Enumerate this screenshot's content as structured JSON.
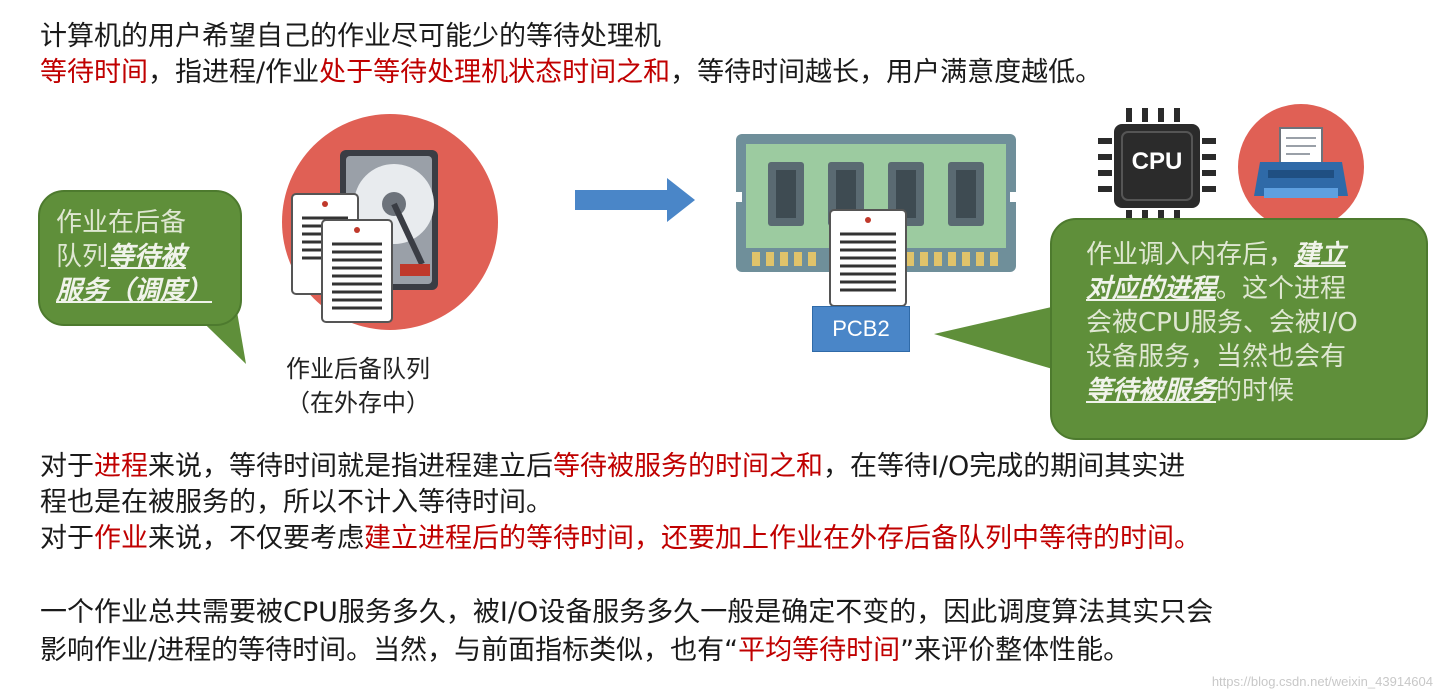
{
  "top": {
    "line1": "计算机的用户希望自己的作业尽可能少的等待处理机",
    "line2": [
      {
        "t": "等待时间",
        "red": true
      },
      {
        "t": "，指进程/作业",
        "red": false
      },
      {
        "t": "处于等待处理机状态时间之和",
        "red": true
      },
      {
        "t": "，等待时间越长，用户满意度越低。",
        "red": false
      }
    ]
  },
  "left_bubble": {
    "lines": [
      [
        {
          "t": "作业在后备",
          "u": false
        }
      ],
      [
        {
          "t": "队列",
          "u": false
        },
        {
          "t": "等待被",
          "u": true
        }
      ],
      [
        {
          "t": "服务（调度）",
          "u": true
        }
      ]
    ]
  },
  "left_caption": {
    "line1": "作业后备队列",
    "line2": "（在外存中）"
  },
  "pcb_label": "PCB2",
  "cpu_label": "CPU",
  "right_bubble": {
    "lines": [
      [
        {
          "t": "作业调入内存后，",
          "u": false
        },
        {
          "t": "建立",
          "u": true
        }
      ],
      [
        {
          "t": "对应的进程",
          "u": true
        },
        {
          "t": "。这个进程",
          "u": false
        }
      ],
      [
        {
          "t": "会被CPU服务、会被I/O",
          "u": false
        }
      ],
      [
        {
          "t": "设备服务，当然也会有",
          "u": false
        }
      ],
      [
        {
          "t": "等待被服务",
          "u": true
        },
        {
          "t": "的时候",
          "u": false
        }
      ]
    ]
  },
  "body": {
    "p1a": [
      {
        "t": "对于",
        "red": false
      },
      {
        "t": "进程",
        "red": true
      },
      {
        "t": "来说，等待时间就是指进程建立后",
        "red": false
      },
      {
        "t": "等待被服务的时间之和",
        "red": true
      },
      {
        "t": "，在等待I/O完成的期间其实进",
        "red": false
      }
    ],
    "p1b": "程也是在被服务的，所以不计入等待时间。",
    "p2": [
      {
        "t": "对于",
        "red": false
      },
      {
        "t": "作业",
        "red": true
      },
      {
        "t": "来说，不仅要考虑",
        "red": false
      },
      {
        "t": "建立进程后的等待时间，还要加上作业在外存后备队列中等待的时间。",
        "red": true
      }
    ],
    "p3a": "一个作业总共需要被CPU服务多久，被I/O设备服务多久一般是确定不变的，因此调度算法其实只会",
    "p3b": [
      {
        "t": "影响作业/进程的等待时间。当然，与前面指标类似，也有“",
        "red": false
      },
      {
        "t": "平均等待时间",
        "red": true
      },
      {
        "t": "”来评价整体性能。",
        "red": false
      }
    ]
  },
  "watermark": "https://blog.csdn.net/weixin_43914604",
  "colors": {
    "red": "#c00000",
    "bubble_green": "#5f8f3a",
    "circle_red": "#e06055",
    "arrow_blue": "#4a86c8",
    "pcb_blue": "#4a86c8"
  }
}
